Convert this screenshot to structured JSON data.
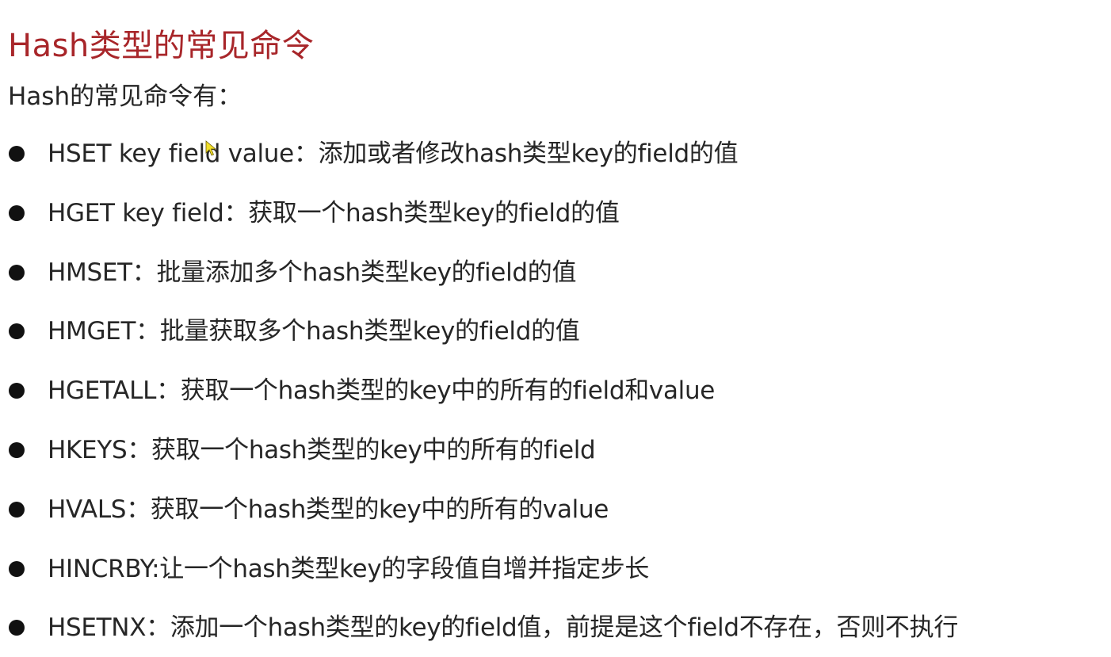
{
  "title": "Hash类型的常见命令",
  "intro": "Hash的常见命令有：",
  "commands": [
    "HSET key field value：添加或者修改hash类型key的field的值",
    "HGET key field：获取一个hash类型key的field的值",
    "HMSET：批量添加多个hash类型key的field的值",
    "HMGET：批量获取多个hash类型key的field的值",
    "HGETALL：获取一个hash类型的key中的所有的field和value",
    "HKEYS：获取一个hash类型的key中的所有的field",
    "HVALS：获取一个hash类型的key中的所有的value",
    "HINCRBY:让一个hash类型key的字段值自增并指定步长",
    "HSETNX：添加一个hash类型的key的field值，前提是这个field不存在，否则不执行"
  ],
  "colors": {
    "title": "#a8262a",
    "text": "#262626",
    "bullet": "#111111",
    "cursor": "#f2df2a"
  },
  "icons": {
    "bullet": "bullet-dot-icon",
    "cursor": "mouse-cursor-icon"
  }
}
